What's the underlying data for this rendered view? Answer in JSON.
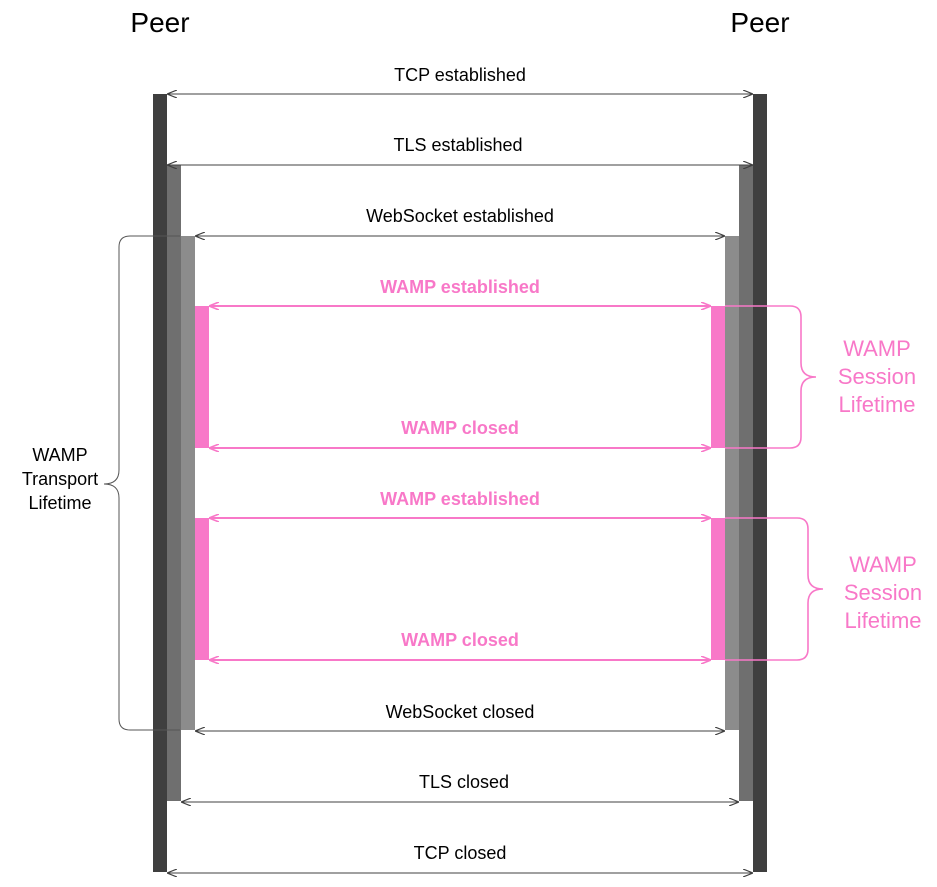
{
  "peers": {
    "left": "Peer",
    "right": "Peer"
  },
  "messages": {
    "tcp_established": "TCP established",
    "tls_established": "TLS established",
    "ws_established": "WebSocket established",
    "wamp_established_1": "WAMP established",
    "wamp_closed_1": "WAMP closed",
    "wamp_established_2": "WAMP established",
    "wamp_closed_2": "WAMP closed",
    "ws_closed": "WebSocket closed",
    "tls_closed": "TLS closed",
    "tcp_closed": "TCP closed"
  },
  "transport_lifetime": {
    "line1": "WAMP",
    "line2": "Transport",
    "line3": "Lifetime"
  },
  "session_lifetime_1": {
    "line1": "WAMP",
    "line2": "Session",
    "line3": "Lifetime"
  },
  "session_lifetime_2": {
    "line1": "WAMP",
    "line2": "Session",
    "line3": "Lifetime"
  },
  "colors": {
    "tcp_bar": "#3f3f3f",
    "tls_bar": "#6f6f6f",
    "ws_bar": "#8c8c8c",
    "wamp_accent": "#f878c8",
    "text": "#000000",
    "arrow": "#404040"
  }
}
